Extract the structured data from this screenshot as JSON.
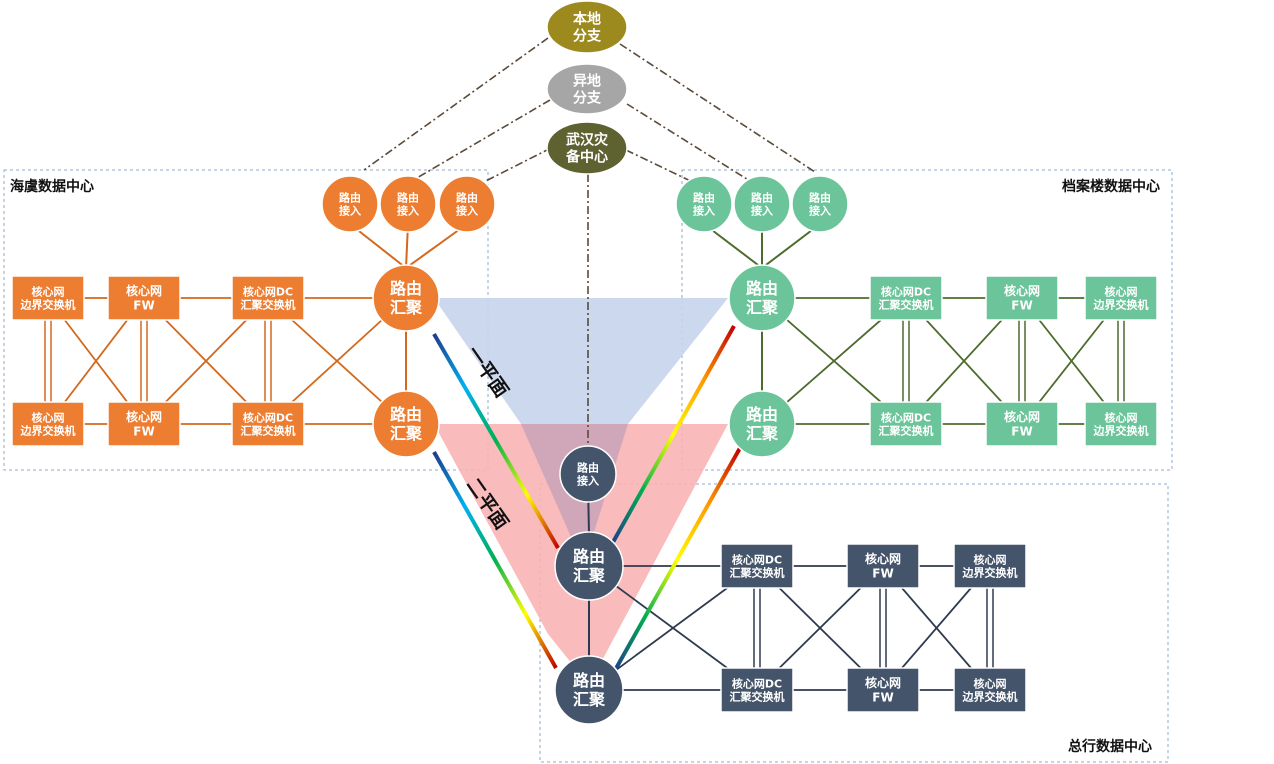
{
  "colors": {
    "orange": "#ED7D31",
    "orange_line": "#D2691E",
    "green": "#6CC49A",
    "green_line": "#4E6B2E",
    "navy": "#44546A",
    "navy_line": "#2E3A4E",
    "gold": "#9C8A1E",
    "gray": "#A6A6A6",
    "olive": "#5E6130",
    "plane1_fill": "#C7D4EC",
    "plane2_fill": "#F8B4B4",
    "dash_line": "#5A4A3A",
    "dc_border": "#8EA9C8"
  },
  "branches": {
    "local": "本地\n分支",
    "remote": "异地\n分支",
    "wuhan": "武汉灾\n备中心"
  },
  "datacenters": {
    "haiyu": {
      "title": "海虞数据中心",
      "access": [
        "路由\n接入",
        "路由\n接入",
        "路由\n接入"
      ],
      "agg": [
        "路由\n汇聚",
        "路由\n汇聚"
      ],
      "dc_switch": [
        "核心网DC\n汇聚交换机",
        "核心网DC\n汇聚交换机"
      ],
      "fw": [
        "核心网\nFW",
        "核心网\nFW"
      ],
      "border": [
        "核心网\n边界交换机",
        "核心网\n边界交换机"
      ]
    },
    "archive": {
      "title": "档案楼数据中心",
      "access": [
        "路由\n接入",
        "路由\n接入",
        "路由\n接入"
      ],
      "agg": [
        "路由\n汇聚",
        "路由\n汇聚"
      ],
      "dc_switch": [
        "核心网DC\n汇聚交换机",
        "核心网DC\n汇聚交换机"
      ],
      "fw": [
        "核心网\nFW",
        "核心网\nFW"
      ],
      "border": [
        "核心网\n边界交换机",
        "核心网\n边界交换机"
      ]
    },
    "hq": {
      "title": "总行数据中心",
      "access": [
        "路由\n接入"
      ],
      "agg": [
        "路由\n汇聚",
        "路由\n汇聚"
      ],
      "dc_switch": [
        "核心网DC\n汇聚交换机",
        "核心网DC\n汇聚交换机"
      ],
      "fw": [
        "核心网\nFW",
        "核心网\nFW"
      ],
      "border": [
        "核心网\n边界交换机",
        "核心网\n边界交换机"
      ]
    }
  },
  "planes": {
    "plane1": "一平面",
    "plane2": "二平面"
  }
}
